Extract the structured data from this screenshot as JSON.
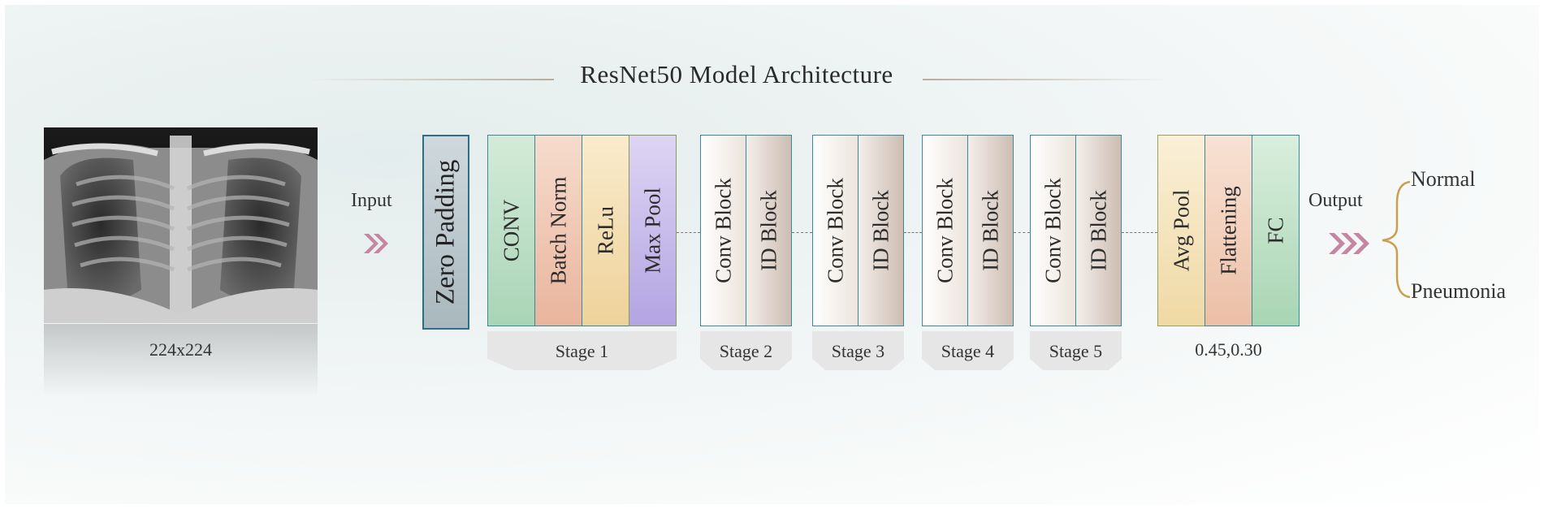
{
  "title": "ResNet50 Model Architecture",
  "input_image": {
    "caption": "224x224"
  },
  "input_label": "Input",
  "zero_padding": "Zero Padding",
  "stage1": {
    "layers": [
      "CONV",
      "Batch Norm",
      "ReLu",
      "Max Pool"
    ],
    "label": "Stage 1"
  },
  "stages": [
    {
      "blocks": [
        "Conv Block",
        "ID Block"
      ],
      "label": "Stage 2"
    },
    {
      "blocks": [
        "Conv Block",
        "ID Block"
      ],
      "label": "Stage 3"
    },
    {
      "blocks": [
        "Conv Block",
        "ID Block"
      ],
      "label": "Stage 4"
    },
    {
      "blocks": [
        "Conv Block",
        "ID Block"
      ],
      "label": "Stage 5"
    }
  ],
  "head": {
    "layers": [
      "Avg Pool",
      "Flattening",
      "FC"
    ],
    "label": "0.45,0.30"
  },
  "output_label": "Output",
  "outputs": [
    "Normal",
    "Pneumonia"
  ],
  "colors": {
    "conv": "#bfe0c8",
    "batch_norm": "#f1c7b3",
    "relu": "#f5e2b5",
    "max_pool": "#c8bde8",
    "block_border": "#3a8a9a",
    "chevron": "#c586a2",
    "brace": "#c9a050"
  }
}
